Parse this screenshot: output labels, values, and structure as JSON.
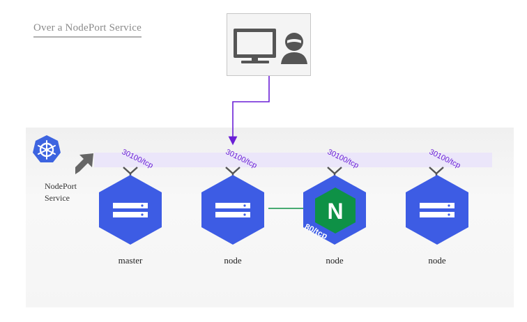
{
  "title": "Over a NodePort Service",
  "service_label_line1": "NodePort",
  "service_label_line2": "Service",
  "nodes": [
    {
      "label": "master",
      "port": "30100/tcp"
    },
    {
      "label": "node",
      "port": "30100/tcp"
    },
    {
      "label": "node",
      "port": "30100/tcp"
    },
    {
      "label": "node",
      "port": "30100/tcp"
    }
  ],
  "pod": {
    "letter": "N",
    "port": "80/tcp"
  },
  "icons": [
    "kubernetes-logo-icon",
    "arrow-up-right-icon",
    "monitor-icon",
    "user-icon",
    "server-icon",
    "nginx-icon"
  ],
  "colors": {
    "node_blue": "#3d5ce4",
    "traffic_purple": "#6a1fd6",
    "band_lavender": "#ebe6fa",
    "pod_green": "#0e9146"
  }
}
